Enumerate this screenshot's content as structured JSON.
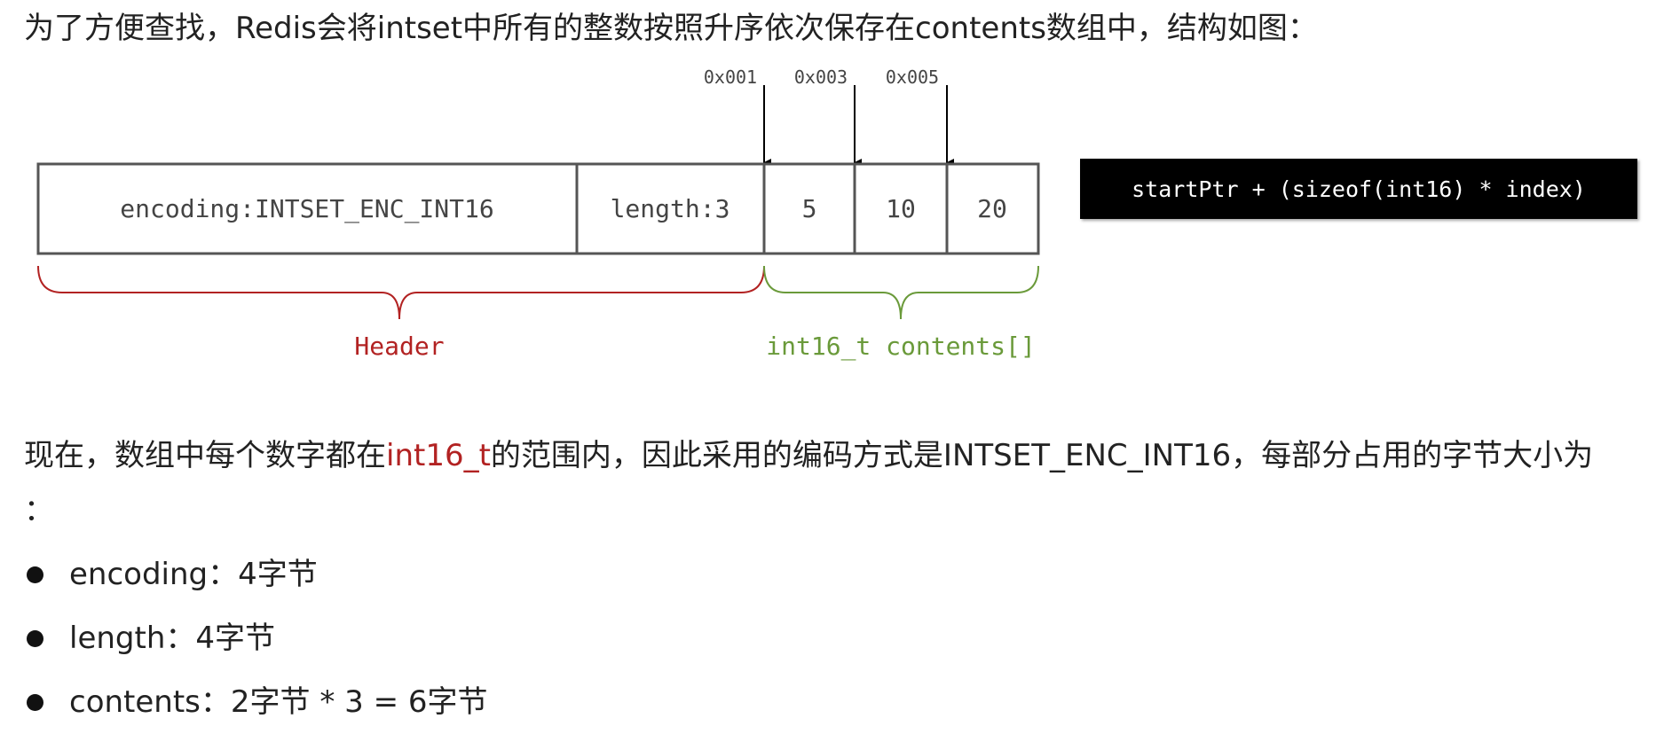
{
  "intro_text": "为了方便查找，Redis会将intset中所有的整数按照升序依次保存在contents数组中，结构如图：",
  "diagram": {
    "addresses": [
      "0x001",
      "0x003",
      "0x005"
    ],
    "cells": {
      "encoding": "encoding:INTSET_ENC_INT16",
      "length": "length:3",
      "values": [
        "5",
        "10",
        "20"
      ]
    },
    "header_label": "Header",
    "contents_label": "int16_t contents[]",
    "header_color": "#b22222",
    "contents_color": "#6a9a3a",
    "formula": "startPtr + (sizeof(int16) * index)"
  },
  "explanation": {
    "before": "现在，数组中每个数字都在",
    "highlight": "int16_t",
    "after": "的范围内，因此采用的编码方式是INTSET_ENC_INT16，每部分占用的字节大小为",
    "tail": "："
  },
  "bullets": [
    "encoding：4字节",
    "length：4字节",
    "contents：2字节 * 3  = 6字节"
  ]
}
